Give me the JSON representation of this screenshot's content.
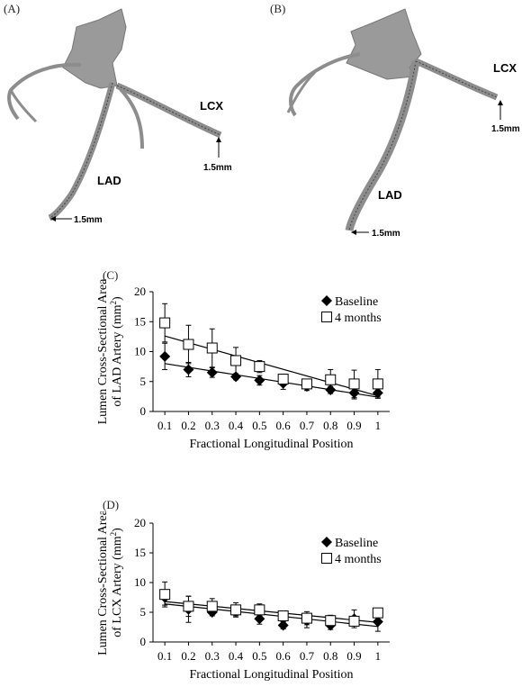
{
  "panels": {
    "a": {
      "label": "(A)",
      "lcx": "LCX",
      "lad": "LAD",
      "mm_lcx": "1.5mm",
      "mm_lad": "1.5mm"
    },
    "b": {
      "label": "(B)",
      "lcx": "LCX",
      "lad": "LAD",
      "mm_lcx": "1.5mm",
      "mm_lad": "1.5mm"
    },
    "c": {
      "label": "(C)"
    },
    "d": {
      "label": "(D)"
    }
  },
  "colors": {
    "baseline": "#000000",
    "fourmonths": "#ffffff",
    "vessel": "#9a9a9a"
  },
  "chart_data": [
    {
      "type": "scatter",
      "title": "",
      "ylabel_line1": "Lumen Cross-Sectional Area",
      "ylabel_line2": "of LAD Artery (mm",
      "ylabel_sup": "2",
      "ylabel_end": ")",
      "xlabel": "Fractional Longitudinal Position",
      "xlim": [
        0.05,
        1.05
      ],
      "ylim": [
        0,
        20
      ],
      "yticks": [
        "0",
        "5",
        "10",
        "15",
        "20"
      ],
      "xticks": [
        "0.1",
        "0.2",
        "0.3",
        "0.4",
        "0.5",
        "0.6",
        "0.7",
        "0.8",
        "0.9",
        "1"
      ],
      "legend_placement": "top-right",
      "x": [
        0.1,
        0.2,
        0.3,
        0.4,
        0.5,
        0.6,
        0.7,
        0.8,
        0.9,
        1.0
      ],
      "series": [
        {
          "name": "Baseline",
          "marker": "diamond",
          "values": [
            9.2,
            7.0,
            6.5,
            5.8,
            5.2,
            4.7,
            4.2,
            3.6,
            3.1,
            3.1
          ],
          "errors": [
            2.2,
            1.2,
            0.8,
            0.5,
            0.8,
            1.0,
            0.7,
            0.6,
            1.0,
            0.7
          ],
          "trend": [
            8.0,
            2.4
          ]
        },
        {
          "name": "4 months",
          "marker": "square",
          "values": [
            14.8,
            11.2,
            10.6,
            8.5,
            7.5,
            5.4,
            4.6,
            5.3,
            4.6,
            4.6
          ],
          "errors": [
            3.2,
            3.2,
            3.2,
            2.2,
            1.0,
            0.8,
            0.8,
            1.7,
            2.3,
            2.4
          ],
          "trend": [
            12.6,
            2.6
          ]
        }
      ]
    },
    {
      "type": "scatter",
      "title": "",
      "ylabel_line1": "Lumen Cross-Sectional Area",
      "ylabel_line2": "of LCX Artery (mm",
      "ylabel_sup": "2",
      "ylabel_end": ")",
      "xlabel": "Fractional Longitudinal Position",
      "xlim": [
        0.05,
        1.05
      ],
      "ylim": [
        0,
        20
      ],
      "yticks": [
        "0",
        "5",
        "10",
        "15",
        "20"
      ],
      "xticks": [
        "0.1",
        "0.2",
        "0.3",
        "0.4",
        "0.5",
        "0.6",
        "0.7",
        "0.8",
        "0.9",
        "1"
      ],
      "legend_placement": "top-right",
      "x": [
        0.1,
        0.2,
        0.3,
        0.4,
        0.5,
        0.6,
        0.7,
        0.8,
        0.9,
        1.0
      ],
      "series": [
        {
          "name": "Baseline",
          "marker": "diamond",
          "values": [
            7.5,
            5.5,
            5.0,
            5.2,
            3.9,
            2.8,
            3.6,
            2.8,
            3.9,
            3.4
          ],
          "errors": [
            1.3,
            2.2,
            0.6,
            0.8,
            0.9,
            0.6,
            1.2,
            0.7,
            1.5,
            1.6
          ],
          "trend": [
            6.4,
            2.6
          ]
        },
        {
          "name": "4 months",
          "marker": "square",
          "values": [
            8.0,
            6.0,
            6.0,
            5.4,
            5.4,
            4.4,
            4.0,
            3.6,
            3.5,
            4.9
          ],
          "errors": [
            2.1,
            1.7,
            1.3,
            1.2,
            1.0,
            0.8,
            1.1,
            0.9,
            0.7,
            0.6
          ],
          "trend": [
            6.8,
            3.3
          ]
        }
      ]
    }
  ]
}
